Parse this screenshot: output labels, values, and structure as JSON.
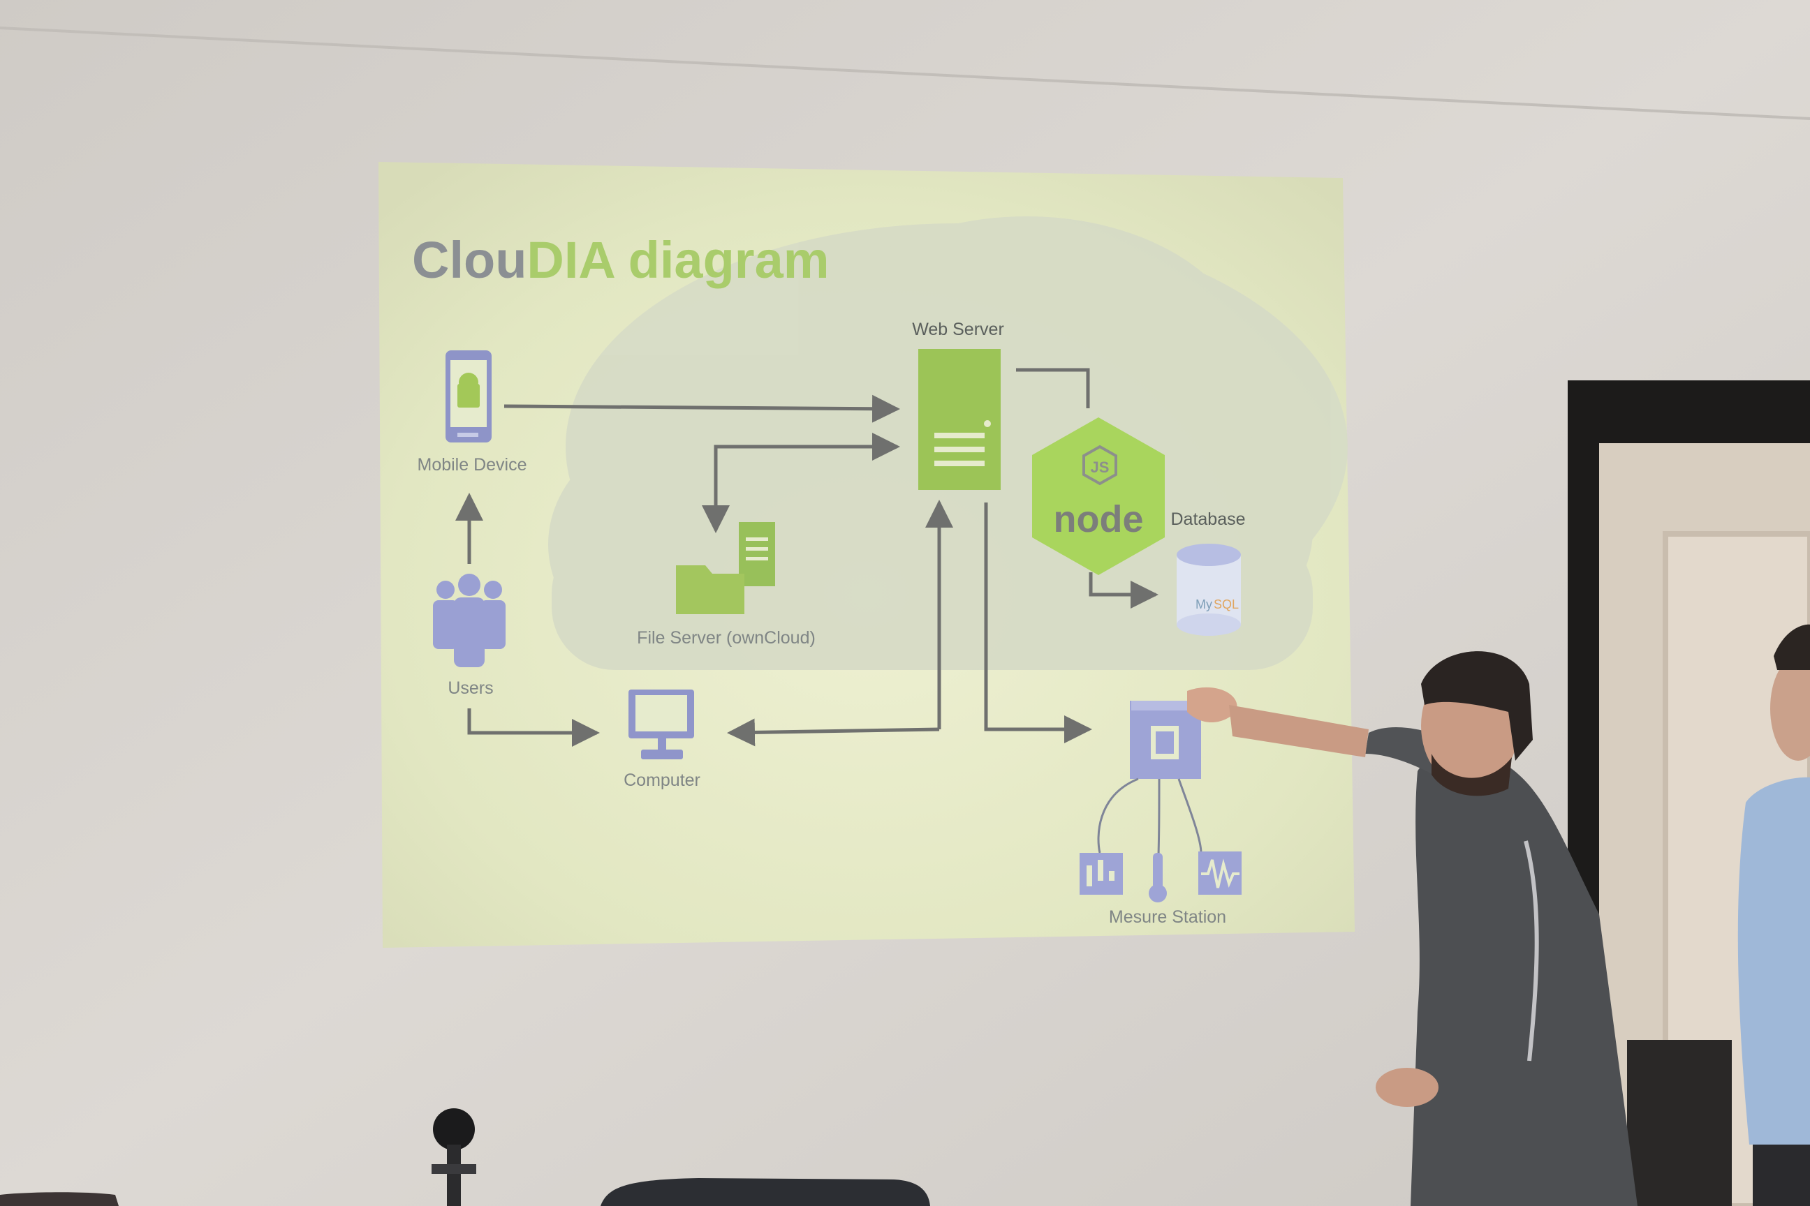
{
  "slide": {
    "title_part1": "Clou",
    "title_part2": "DIA diagram",
    "nodes": {
      "mobile_device": "Mobile Device",
      "users": "Users",
      "computer": "Computer",
      "file_server": "File Server (ownCloud)",
      "web_server": "Web Server",
      "database": "Database",
      "mesure_station": "Mesure Station"
    },
    "icons": {
      "android": "android-icon",
      "users": "users-icon",
      "computer": "computer-icon",
      "folder": "folder-icon",
      "server": "server-icon",
      "nodejs_logo": "nodejs-logo",
      "mysql_logo": "mysql-logo",
      "chip": "chip-icon",
      "sensor_signal": "signal-icon",
      "sensor_thermo": "thermometer-icon",
      "sensor_sound": "sound-wave-icon"
    }
  },
  "colors": {
    "wall": "#d9d6d2",
    "slide_bg": "#e4e9c4",
    "cloud": "#d7dcc7",
    "accent_green": "#a9cc6b",
    "icon_blue": "#a6acd6",
    "arrow_gray": "#6f706e"
  }
}
